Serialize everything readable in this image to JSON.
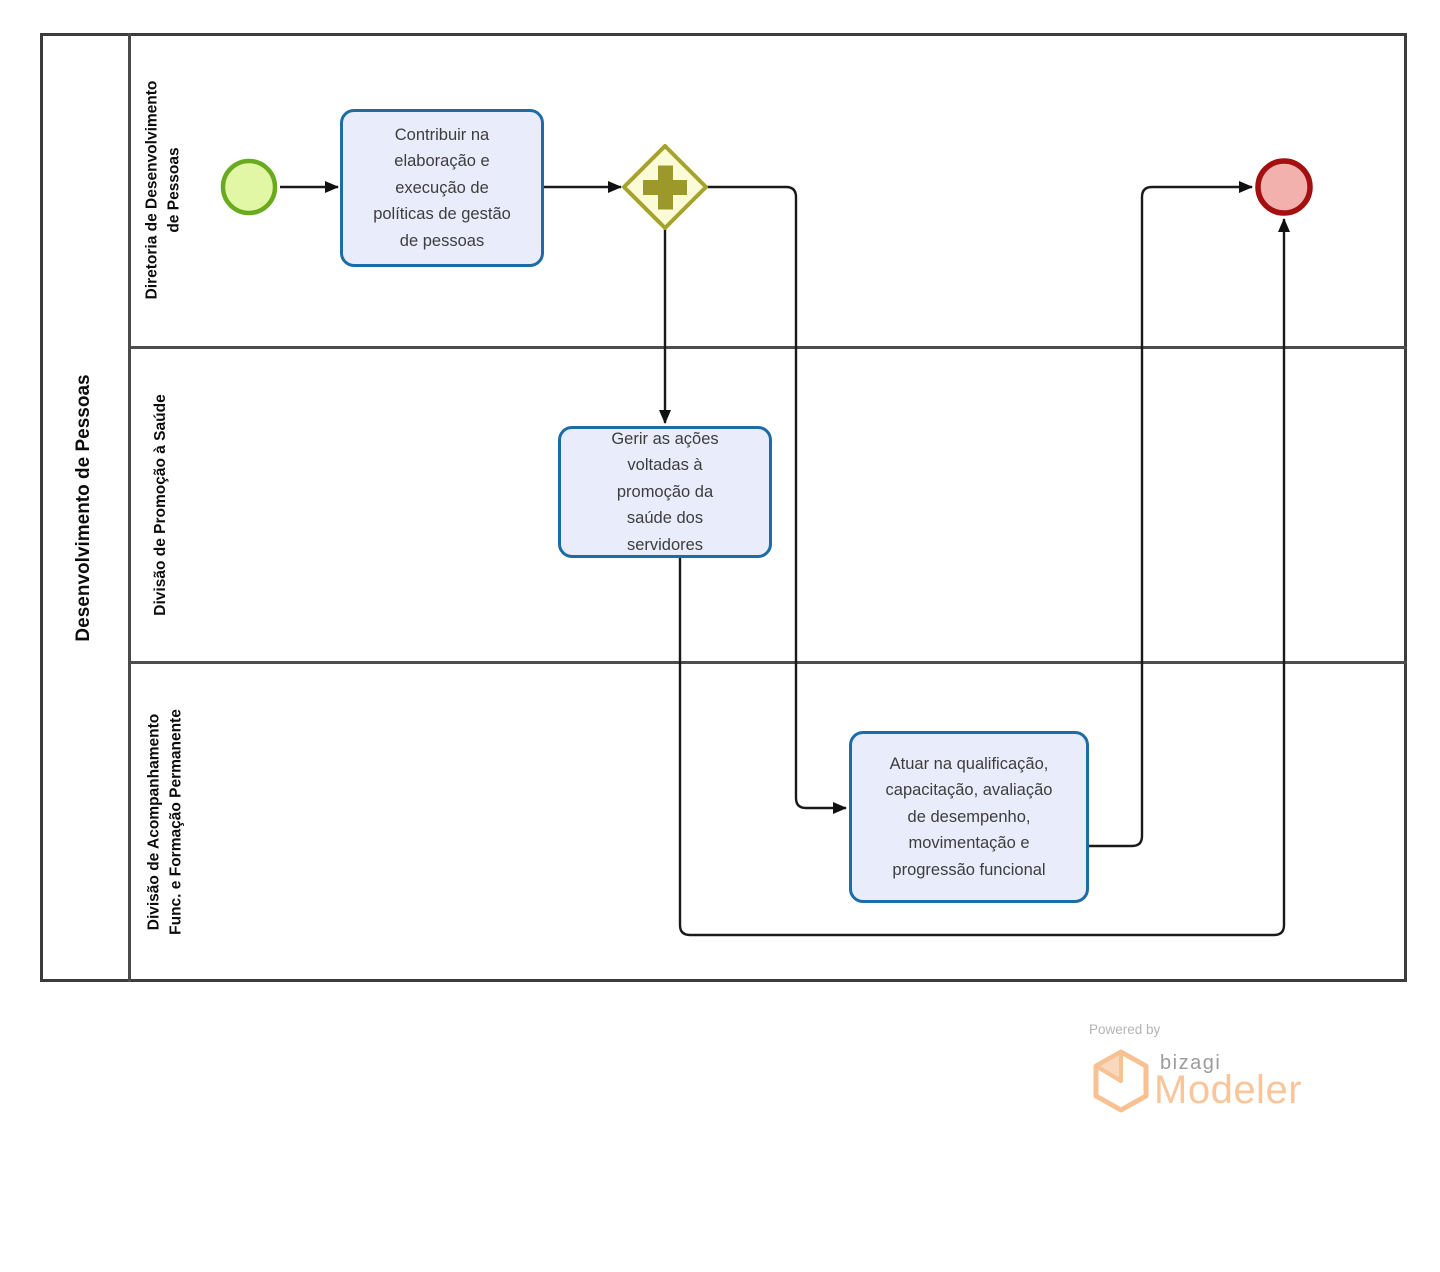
{
  "diagram": {
    "pool": {
      "title": "Desenvolvimento de Pessoas",
      "lanes": [
        {
          "name": "Diretoria de Desenvolvimento de Pessoas",
          "label_lines": [
            "Diretoria de Desenvolvimento",
            "de Pessoas"
          ]
        },
        {
          "name": "Divisão de Promoção à Saúde",
          "label_lines": [
            "Divisão de Promoção à Saúde"
          ]
        },
        {
          "name": "Divisão de Acompanhamento Func. e Formação Permanente",
          "label_lines": [
            "Divisão de Acompanhamento",
            "Func. e Formação Permanente"
          ]
        }
      ]
    },
    "elements": {
      "start_event": {
        "kind": "start-event"
      },
      "task_contribuir": {
        "label": "Contribuir na elaboração e execução de políticas de gestão de pessoas"
      },
      "parallel_gateway": {
        "kind": "parallel-gateway"
      },
      "task_gerir": {
        "label": "Gerir as ações voltadas à promoção da saúde dos servidores"
      },
      "task_atuar": {
        "label": "Atuar na qualificação, capacitação, avaliação de desempenho, movimentação e progressão funcional"
      },
      "end_event": {
        "kind": "end-event"
      }
    },
    "colors": {
      "task_border": "#1d6ca6",
      "task_fill": "#e9edfb",
      "gateway_border": "#a5a32b",
      "gateway_fill": "#fbfbd8",
      "gateway_plus": "#9c992a",
      "start_border": "#69aa1e",
      "start_fill": "#e1f7a6",
      "end_border": "#a40f0f",
      "end_fill": "#f2b1ad",
      "pool_border": "#3c3c3c",
      "connector": "#1a1a1a",
      "brand_orange": "#f8c69a"
    }
  },
  "footer": {
    "powered_by": "Powered by",
    "brand": "bizagi",
    "product": "Modeler"
  }
}
